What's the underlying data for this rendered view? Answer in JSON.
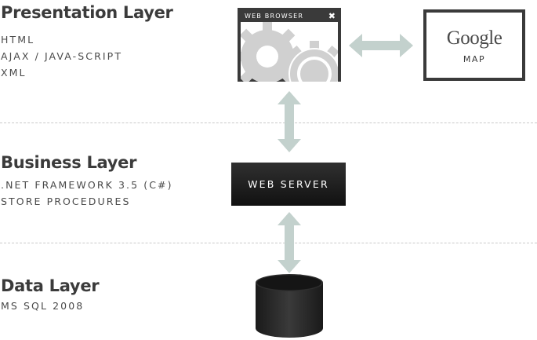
{
  "layers": {
    "presentation": {
      "title": "Presentation Layer",
      "items": [
        "HTML",
        "AJAX / JAVA-SCRIPT",
        "XML"
      ]
    },
    "business": {
      "title": "Business Layer",
      "items": [
        ".NET FRAMEWORK 3.5 (C#)",
        "STORE PROCEDURES"
      ]
    },
    "data": {
      "title": "Data Layer",
      "items": [
        "MS SQL 2008"
      ]
    }
  },
  "browser": {
    "label": "WEB BROWSER",
    "close_glyph": "✖",
    "icon": "gears-icon"
  },
  "google_map": {
    "logo_text": "Google",
    "label": "MAP"
  },
  "server": {
    "label": "WEB SERVER"
  },
  "database": {
    "icon": "database-cylinder-icon"
  },
  "colors": {
    "arrow": "#c3d1cd",
    "dark": "#3a3a3a",
    "divider": "#c9c9c9",
    "gear": "#d0d0d0"
  }
}
